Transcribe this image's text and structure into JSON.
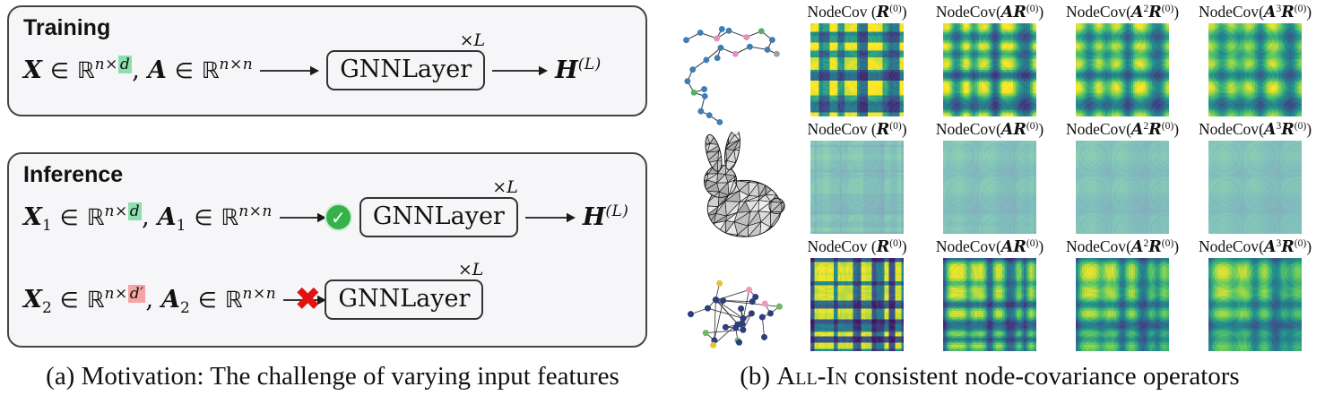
{
  "panel_a": {
    "training_title": "Training",
    "inference_title": "Inference",
    "caption": "(a) Motivation: The challenge of varying input features"
  },
  "math": {
    "gnn": "GNNLayer",
    "xL": "×L"
  },
  "icons": {
    "check": "✓",
    "cross": "✖"
  },
  "colors": {
    "green_highlight": "#8ddfae",
    "red_highlight": "#f5a3a3",
    "check_green": "#35b24a",
    "cross_red": "#e01212",
    "box_bg": "#f6f6f8",
    "box_border": "#454545"
  },
  "equations": {
    "training": [
      {
        "t": "var",
        "v": "X"
      },
      {
        "t": "rel",
        "v": "∈"
      },
      {
        "t": "set",
        "v": "ℝ"
      },
      {
        "t": "sup",
        "parts": [
          {
            "v": "n×"
          },
          {
            "v": "d",
            "hl": "green"
          }
        ]
      },
      {
        "t": "plain",
        "v": ","
      },
      {
        "t": "var",
        "v": "A"
      },
      {
        "t": "rel",
        "v": "∈"
      },
      {
        "t": "set",
        "v": "ℝ"
      },
      {
        "t": "sup",
        "parts": [
          {
            "v": "n×n"
          }
        ]
      }
    ],
    "inference_valid": [
      {
        "t": "var",
        "v": "X"
      },
      {
        "t": "sub",
        "v": "1"
      },
      {
        "t": "rel",
        "v": "∈"
      },
      {
        "t": "set",
        "v": "ℝ"
      },
      {
        "t": "sup",
        "parts": [
          {
            "v": "n×"
          },
          {
            "v": "d",
            "hl": "green"
          }
        ]
      },
      {
        "t": "plain",
        "v": ","
      },
      {
        "t": "var",
        "v": "A"
      },
      {
        "t": "sub",
        "v": "1"
      },
      {
        "t": "rel",
        "v": "∈"
      },
      {
        "t": "set",
        "v": "ℝ"
      },
      {
        "t": "sup",
        "parts": [
          {
            "v": "n×n"
          }
        ]
      }
    ],
    "inference_invalid": [
      {
        "t": "var",
        "v": "X"
      },
      {
        "t": "sub",
        "v": "2"
      },
      {
        "t": "rel",
        "v": "∈"
      },
      {
        "t": "set",
        "v": "ℝ"
      },
      {
        "t": "sup",
        "parts": [
          {
            "v": "n×"
          },
          {
            "v": "d′",
            "hl": "red"
          }
        ]
      },
      {
        "t": "plain",
        "v": ","
      },
      {
        "t": "var",
        "v": "A"
      },
      {
        "t": "sub",
        "v": "2"
      },
      {
        "t": "rel",
        "v": "∈"
      },
      {
        "t": "set",
        "v": "ℝ"
      },
      {
        "t": "sup",
        "parts": [
          {
            "v": "n×n"
          }
        ]
      }
    ],
    "output": [
      {
        "t": "var",
        "v": "H"
      },
      {
        "t": "sup",
        "parts": [
          {
            "v": "(L)"
          }
        ]
      }
    ]
  },
  "panel_b": {
    "caption_prefix": "(b) ",
    "caption_method": "All-In",
    "caption_rest": " consistent node-covariance operators",
    "palette": [
      "#440154",
      "#3b528b",
      "#21918c",
      "#5ec962",
      "#fde725"
    ],
    "col_labels": [
      {
        "func": "NodeCov",
        "open": " (",
        "A": "",
        "A_sup": "",
        "R": "R",
        "R_sup": "(0)",
        "close": ")"
      },
      {
        "func": "NodeCov",
        "open": "(",
        "A": "A",
        "A_sup": "",
        "R": "R",
        "R_sup": "(0)",
        "close": ")"
      },
      {
        "func": "NodeCov",
        "open": "(",
        "A": "A",
        "A_sup": "2",
        "R": "R",
        "R_sup": "(0)",
        "close": ")"
      },
      {
        "func": "NodeCov",
        "open": "(",
        "A": "A",
        "A_sup": "3",
        "R": "R",
        "R_sup": "(0)",
        "close": ")"
      }
    ],
    "rows": [
      {
        "graph": "chain",
        "graph_name": "path-graph",
        "pattern": "yellow-bands",
        "seed": 11,
        "lighten": 0,
        "gain": 1.05
      },
      {
        "graph": "bunny",
        "graph_name": "bunny-mesh",
        "pattern": "muted",
        "seed": 23,
        "lighten": 0.42,
        "gain": 1.0
      },
      {
        "graph": "network",
        "graph_name": "spring-network-graph",
        "pattern": "blocks",
        "seed": 37,
        "lighten": 0,
        "gain": 1.0
      }
    ],
    "graph_styles": {
      "chain": {
        "edge": "#3c3c3c",
        "node_colors": [
          "#3e7db6",
          "#53b06a",
          "#e58fc1",
          "#98a2ab"
        ],
        "node_weights": [
          0.68,
          0.15,
          0.09,
          0.08
        ]
      },
      "bunny": {
        "fill": "#f0f0f0",
        "stroke": "#161616"
      },
      "network": {
        "edge": "#232323",
        "node_colors": [
          "#2e3d7c",
          "#ef9ab5",
          "#e3c23f",
          "#76b56a",
          "#82b4de",
          "#e59a86"
        ],
        "node_weights": [
          0.5,
          0.11,
          0.12,
          0.11,
          0.08,
          0.08
        ]
      }
    }
  }
}
